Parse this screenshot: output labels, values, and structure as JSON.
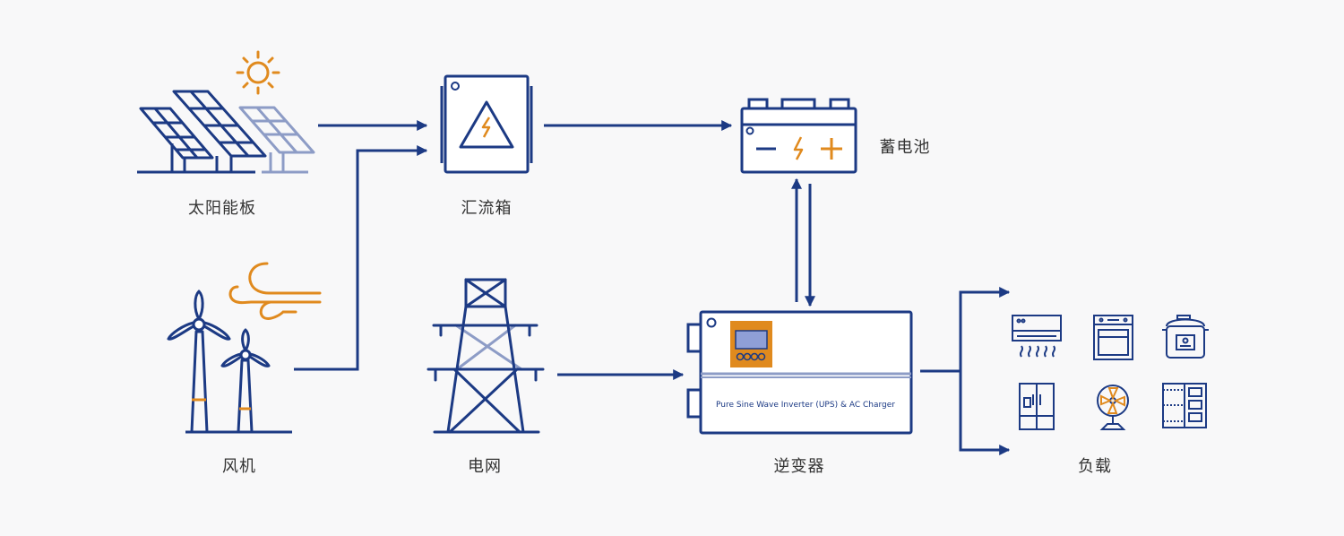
{
  "labels": {
    "solar": "太阳能板",
    "combiner": "汇流箱",
    "battery": "蓄电池",
    "wind": "风机",
    "grid": "电网",
    "inverter": "逆变器",
    "load": "负载"
  },
  "inverter_text": "Pure Sine Wave Inverter (UPS) & AC Charger",
  "icons": {
    "solar": "solar-panel-icon",
    "sun": "sun-icon",
    "combiner": "combiner-box-icon",
    "battery": "battery-icon",
    "wind": "wind-turbine-icon",
    "wind_gust": "wind-gust-icon",
    "grid": "power-tower-icon",
    "inverter": "inverter-icon",
    "loads": [
      "air-conditioner-icon",
      "oven-icon",
      "rice-cooker-icon",
      "refrigerator-icon",
      "fan-icon",
      "cabinet-icon"
    ]
  },
  "colors": {
    "line": "#1c3a84",
    "accent": "#e08a1e",
    "light": "#8d9cc6",
    "screen": "#8f9fd6",
    "background": "#f8f8f9"
  }
}
